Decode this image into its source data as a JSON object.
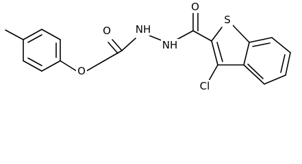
{
  "molecule": {
    "atoms": {
      "oxygen_ether": "O",
      "oxygen_amide_left": "O",
      "nitrogen_left": "NH",
      "nitrogen_right": "NH",
      "oxygen_amide_right": "O",
      "sulfur": "S",
      "chlorine": "Cl"
    }
  },
  "colors": {
    "bond": "#000000",
    "label": "#000000",
    "background": "#ffffff"
  }
}
